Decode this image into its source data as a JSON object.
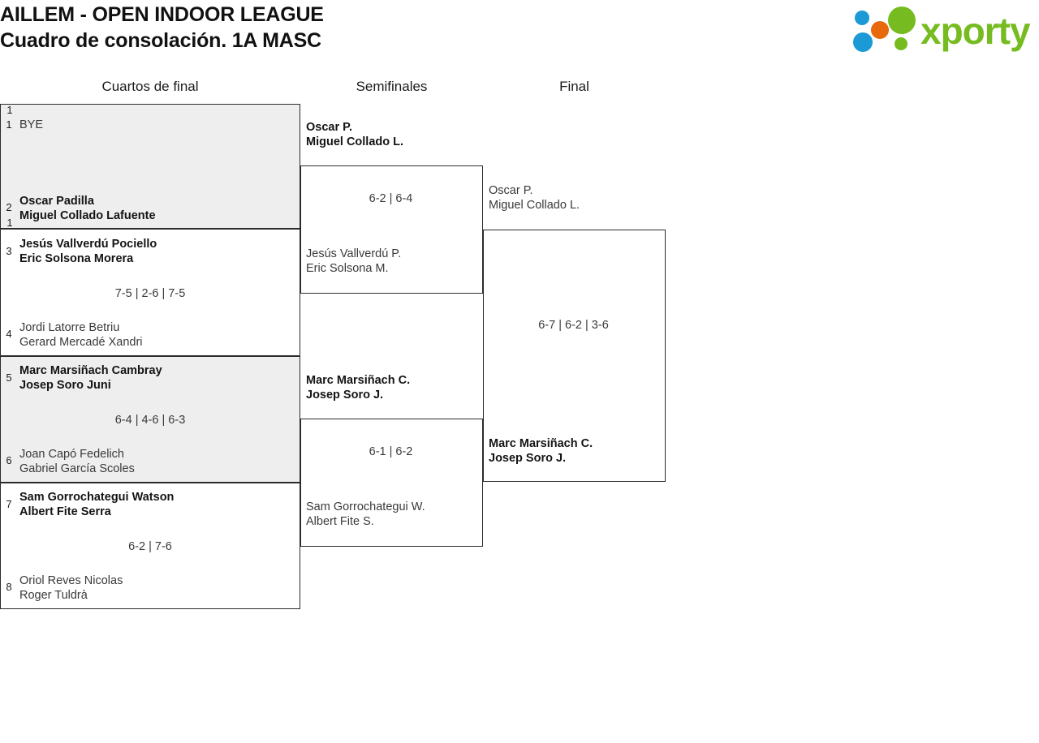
{
  "header": {
    "tournament_title": "AILLEM - OPEN INDOOR LEAGUE",
    "subtitle": "Cuadro de consolación. 1A MASC",
    "logo_text": "xporty",
    "logo_colors": {
      "green": "#76bc21",
      "orange": "#e8690b",
      "blue": "#1b9ad6"
    }
  },
  "rounds": [
    {
      "label": "Cuartos de final"
    },
    {
      "label": "Semifinales"
    },
    {
      "label": "Final"
    }
  ],
  "quarterfinals": [
    {
      "shaded": true,
      "top": {
        "seed": "1",
        "line1": "BYE",
        "line2": "",
        "winner": false
      },
      "bottom": {
        "seed": "2",
        "line1": "Oscar Padilla",
        "line2": "Miguel Collado Lafuente",
        "winner": true
      },
      "score": ""
    },
    {
      "shaded": false,
      "top": {
        "seed": "3",
        "line1": "Jesús Vallverdú Pociello",
        "line2": "Eric Solsona Morera",
        "winner": true
      },
      "bottom": {
        "seed": "4",
        "line1": "Jordi Latorre Betriu",
        "line2": "Gerard Mercadé Xandri",
        "winner": false
      },
      "score": "7-5 | 2-6 | 7-5"
    },
    {
      "shaded": true,
      "top": {
        "seed": "5",
        "line1": "Marc Marsiñach Cambray",
        "line2": "Josep Soro Juni",
        "winner": true
      },
      "bottom": {
        "seed": "6",
        "line1": "Joan Capó Fedelich",
        "line2": "Gabriel García Scoles",
        "winner": false
      },
      "score": "6-4 | 4-6 | 6-3"
    },
    {
      "shaded": false,
      "top": {
        "seed": "7",
        "line1": "Sam Gorrochategui Watson",
        "line2": "Albert Fite Serra",
        "winner": true
      },
      "bottom": {
        "seed": "8",
        "line1": "Oriol Reves Nicolas",
        "line2": "Roger Tuldrà",
        "winner": false
      },
      "score": "6-2 | 7-6"
    }
  ],
  "semifinals": [
    {
      "top": {
        "line1": "Oscar P.",
        "line2": "Miguel Collado L.",
        "winner": true
      },
      "bottom": {
        "line1": "Jesús Vallverdú P.",
        "line2": "Eric Solsona M.",
        "winner": false
      },
      "score": "6-2 | 6-4"
    },
    {
      "top": {
        "line1": "Marc Marsiñach C.",
        "line2": "Josep Soro J.",
        "winner": true
      },
      "bottom": {
        "line1": "Sam Gorrochategui W.",
        "line2": "Albert Fite S.",
        "winner": false
      },
      "score": "6-1 | 6-2"
    }
  ],
  "final": {
    "top": {
      "line1": "Oscar P.",
      "line2": "Miguel Collado L.",
      "winner": false
    },
    "bottom": {
      "line1": "Marc Marsiñach C.",
      "line2": "Josep Soro J.",
      "winner": true
    },
    "score": "6-7 | 6-2 | 3-6"
  }
}
